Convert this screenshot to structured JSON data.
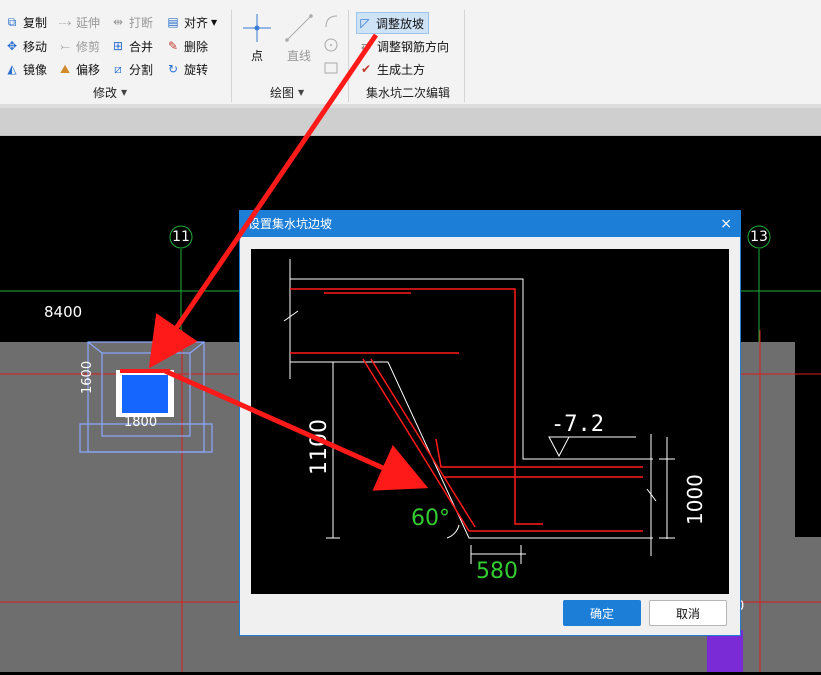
{
  "ribbon": {
    "modify": {
      "copy": "复制",
      "extend": "延伸",
      "break": "打断",
      "align": "对齐",
      "move": "移动",
      "trim": "修剪",
      "merge": "合并",
      "delete": "删除",
      "mirror": "镜像",
      "offset": "偏移",
      "split": "分割",
      "rotate": "旋转",
      "group_label": "修改"
    },
    "draw": {
      "point": "点",
      "line": "直线",
      "group_label": "绘图"
    },
    "sump": {
      "adjust_slope": "调整放坡",
      "adjust_rebar_dir": "调整钢筋方向",
      "generate_earthwork": "生成土方",
      "group_label": "集水坑二次编辑"
    }
  },
  "canvas": {
    "axis_11": "11",
    "axis_13": "13",
    "dim_8400": "8400",
    "dim_1600": "1600",
    "dim_1800": "1800",
    "partial_label": "0"
  },
  "dialog": {
    "title": "设置集水坑边坡",
    "close": "×",
    "confirm": "确定",
    "cancel": "取消",
    "diagram": {
      "elevation": "-7.2",
      "depth": "1100",
      "angle": "60°",
      "width": "580",
      "thickness": "1000"
    }
  },
  "colors": {
    "accent": "#1c7ed6",
    "rebar_red": "#ff1a1a",
    "label_green": "#33cc33",
    "sump_blue": "#1565ff"
  }
}
